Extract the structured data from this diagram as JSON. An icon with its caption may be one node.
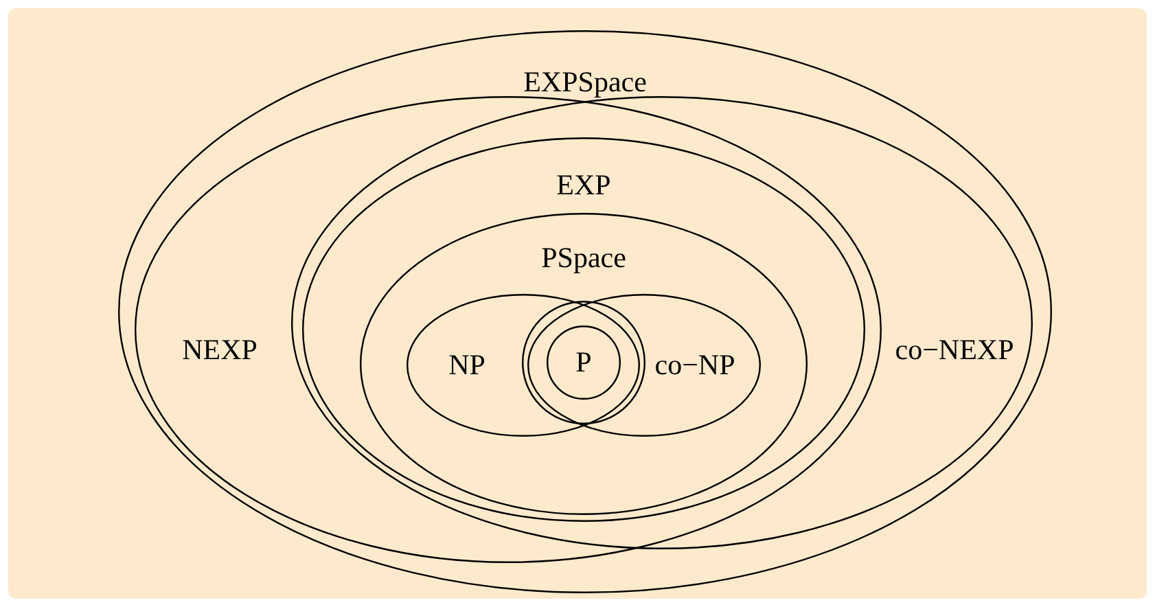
{
  "diagram": {
    "nodes": [
      {
        "text": [
          "EXPSpace"
        ]
      },
      {
        "text": [
          "NEXP"
        ],
        "in": 0
      },
      {
        "text": [
          "co−NEXP"
        ],
        "in": 0
      },
      {
        "text": [
          "EXP"
        ]
      },
      {
        "text": [
          "PSpace"
        ],
        "in": 3
      },
      {
        "text": [
          "NP"
        ],
        "in": 4
      },
      {
        "text": [
          "co−NP"
        ],
        "in": 4
      },
      {
        "text": [],
        "shape": "circle"
      },
      {
        "text": [
          "P"
        ],
        "in": 7
      }
    ]
  }
}
